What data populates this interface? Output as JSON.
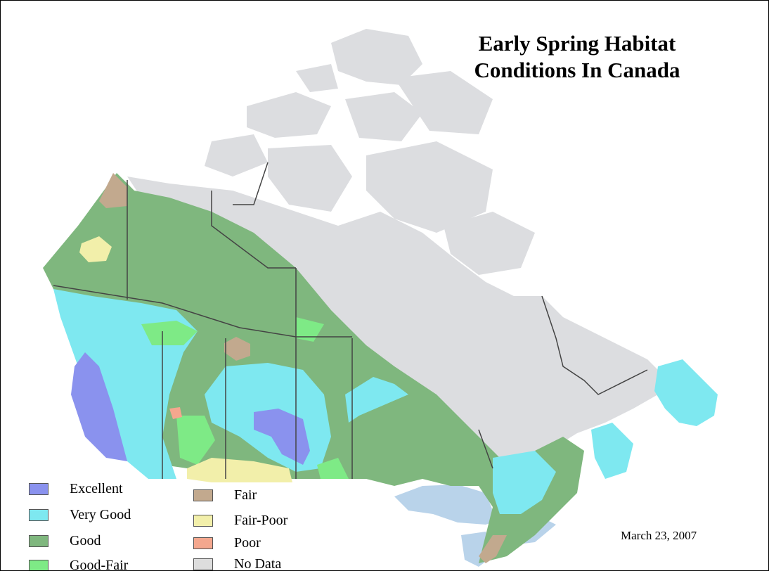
{
  "map": {
    "title_line1": "Early Spring Habitat",
    "title_line2": "Conditions In Canada",
    "date": "March 23, 2007"
  },
  "legend": [
    {
      "label": "Excellent",
      "color": "#8a92ee"
    },
    {
      "label": "Very Good",
      "color": "#7ee8f0"
    },
    {
      "label": "Good",
      "color": "#7fb77e"
    },
    {
      "label": "Good-Fair",
      "color": "#7eea86"
    },
    {
      "label": "Fair",
      "color": "#c2a98e"
    },
    {
      "label": "Fair-Poor",
      "color": "#f2efaa"
    },
    {
      "label": "Poor",
      "color": "#f4a78e"
    },
    {
      "label": "No Data",
      "color": "#dddddd"
    }
  ],
  "colors": {
    "no_data_land": "#dcdde0",
    "water": "#b9d3ea",
    "border": "#444444"
  }
}
